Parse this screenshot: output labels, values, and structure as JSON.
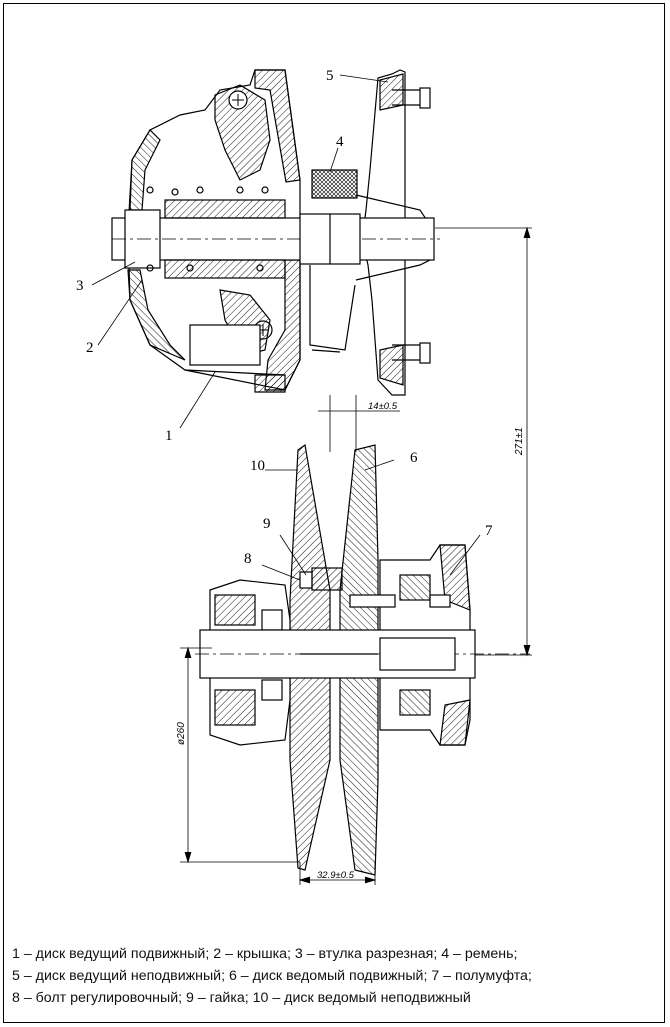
{
  "callouts": {
    "c1": "1",
    "c2": "2",
    "c3": "3",
    "c4": "4",
    "c5": "5",
    "c6": "6",
    "c7": "7",
    "c8": "8",
    "c9": "9",
    "c10": "10"
  },
  "dimensions": {
    "gap": "14±0.5",
    "center_distance": "271±1",
    "diameter": "ø260",
    "width": "32.9±0.5"
  },
  "caption": {
    "line1": "1 – диск ведущий подвижный; 2 – крышка; 3 – втулка разрезная; 4 – ремень;",
    "line2": "5 – диск ведущий неподвижный; 6 – диск ведомый подвижный; 7 – полумуфта;",
    "line3": "8 – болт регулировочный; 9 – гайка; 10 – диск ведомый неподвижный"
  }
}
